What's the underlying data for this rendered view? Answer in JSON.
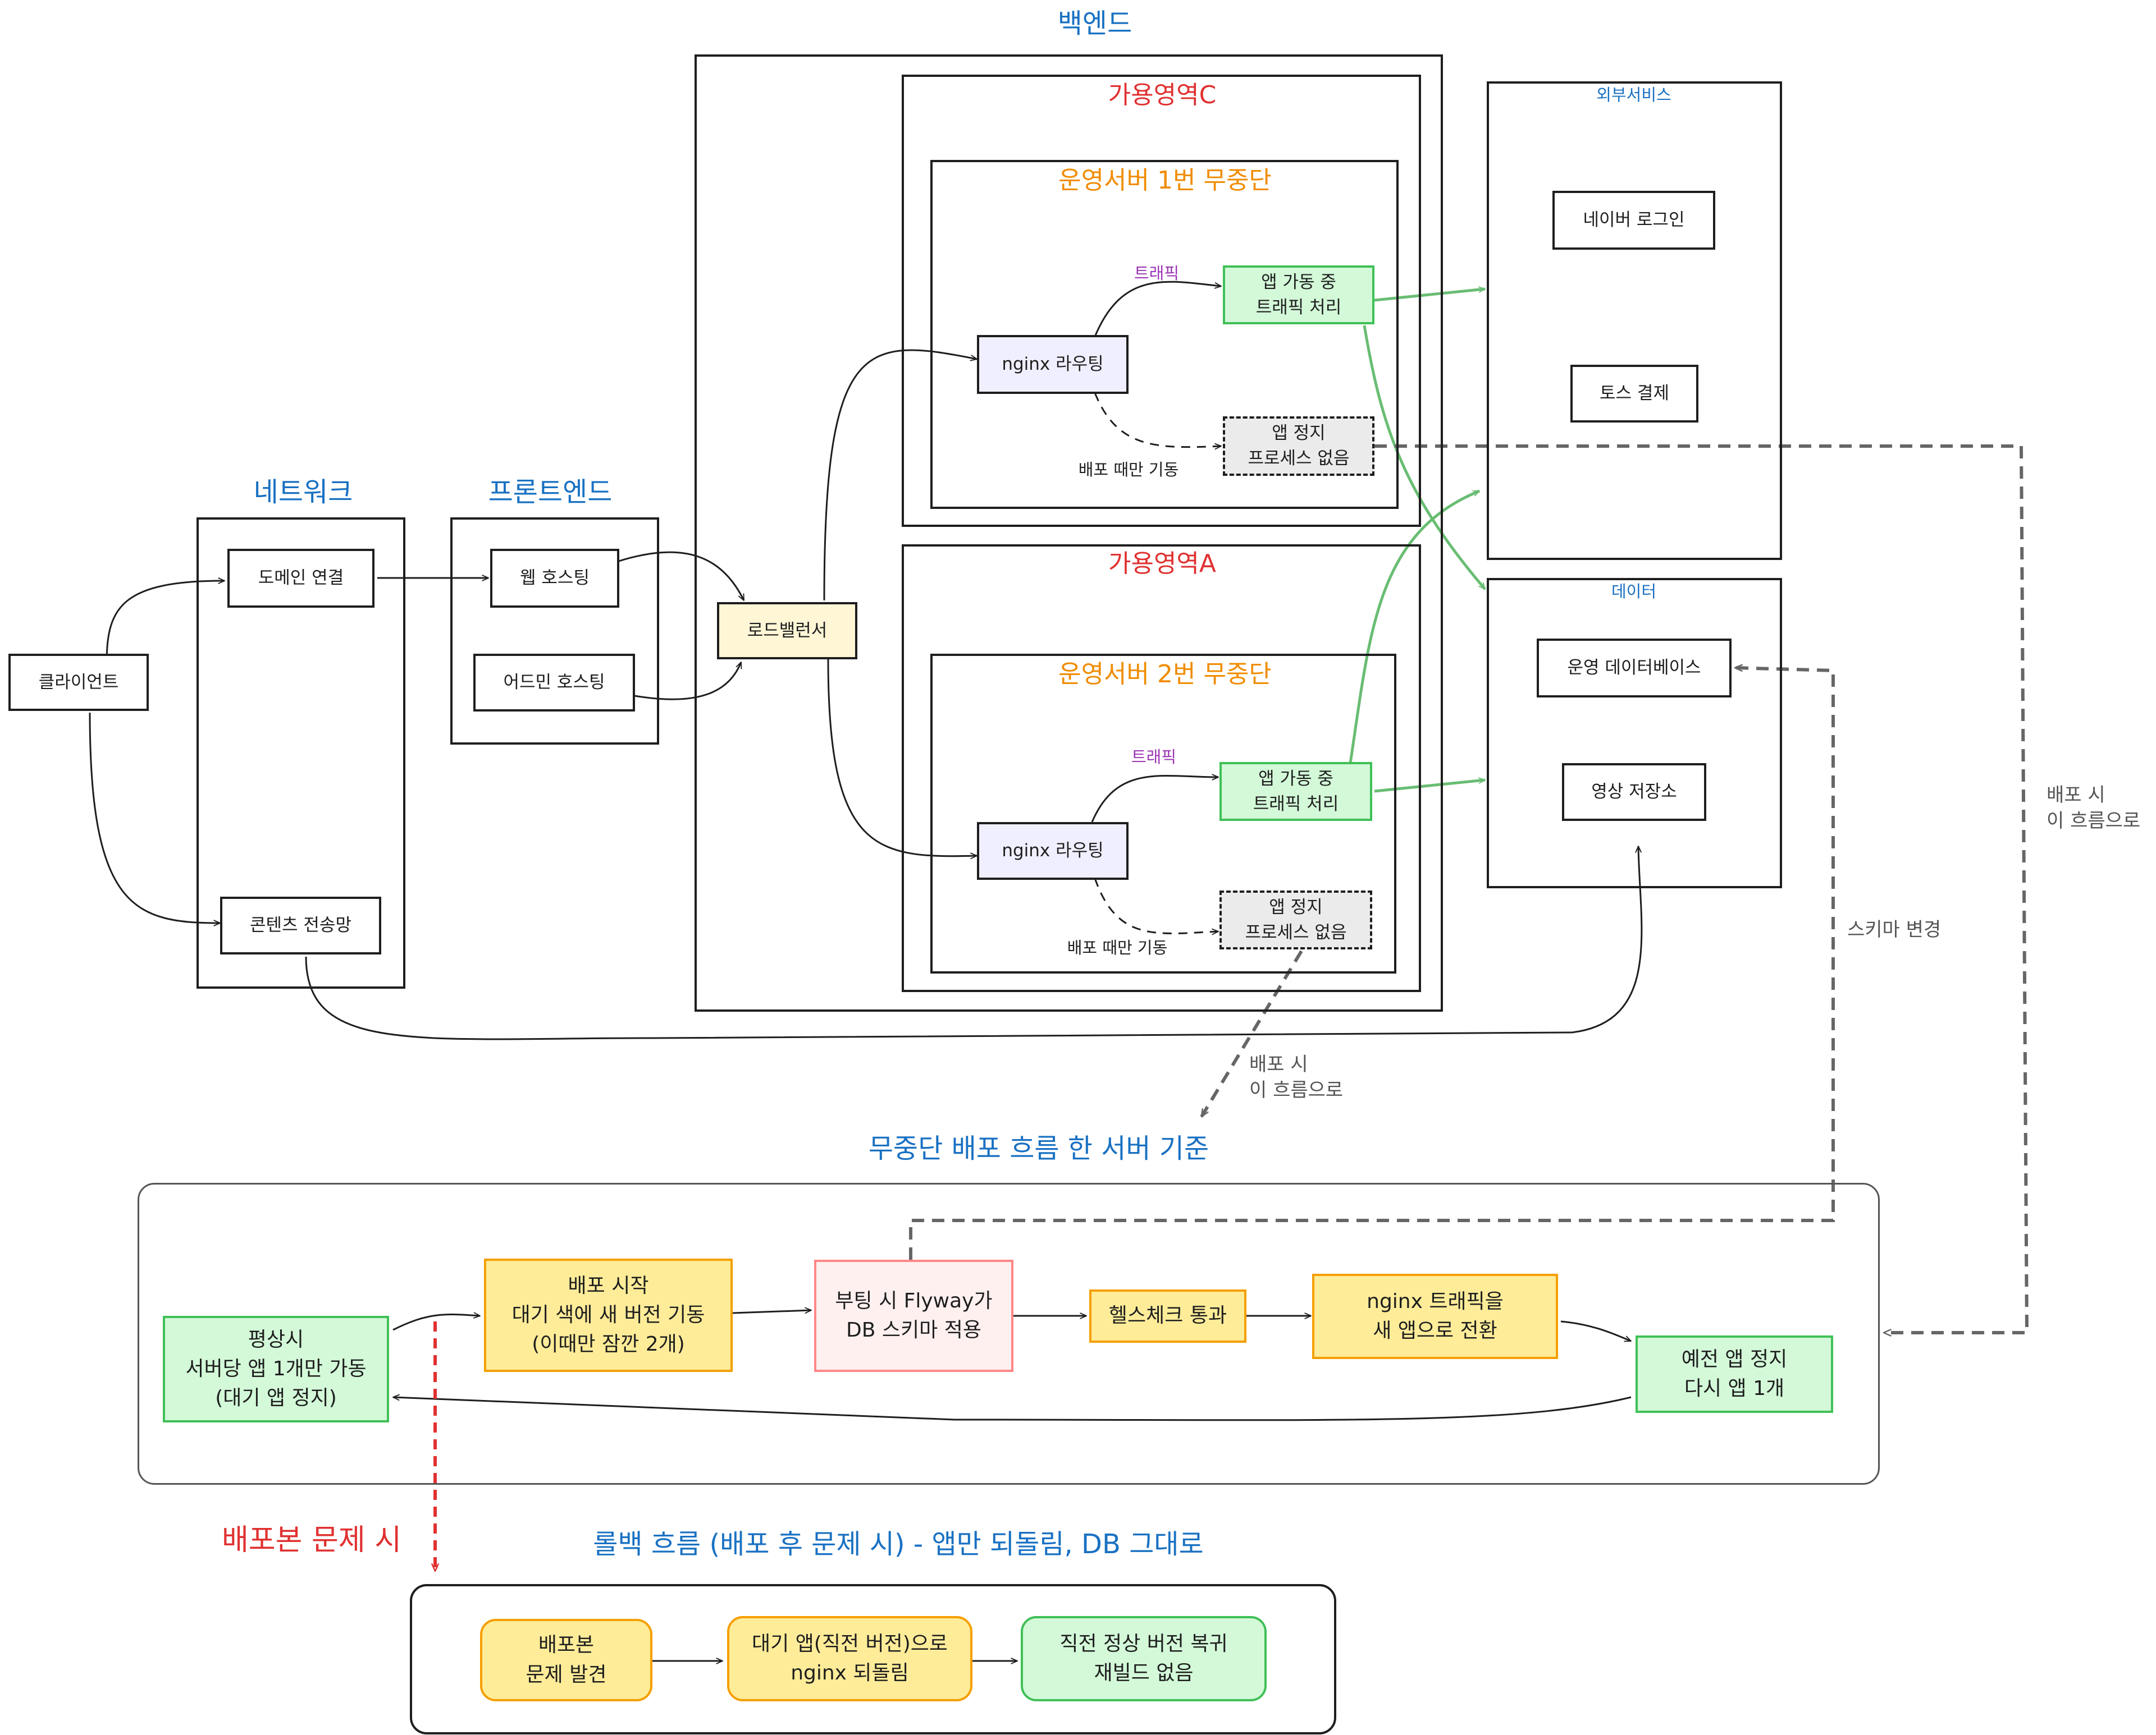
{
  "titles": {
    "backend": "백엔드",
    "network": "네트워크",
    "frontend": "프론트엔드",
    "zone_c": "가용영역C",
    "zone_a": "가용영역A",
    "server1": "운영서버 1번 무중단",
    "server2": "운영서버 2번 무중단",
    "external": "외부서비스",
    "data": "데이터",
    "zero_downtime": "무중단 배포 흐름 한 서버 기준",
    "rollback": "롤백 흐름 (배포 후 문제 시) - 앱만 되돌림, DB 그대로",
    "deploy_issue": "배포본 문제 시"
  },
  "nodes": {
    "client": "클라이언트",
    "domain": "도메인 연결",
    "cdn": "콘텐츠 전송망",
    "web_hosting": "웹 호스팅",
    "admin_hosting": "어드민 호스팅",
    "load_balancer": "로드밸런서",
    "nginx1": "nginx 라우팅",
    "app_running1": "앱 가동 중\n트래픽 처리",
    "app_stopped1": "앱 정지\n프로세스 없음",
    "nginx2": "nginx 라우팅",
    "app_running2": "앱 가동 중\n트래픽 처리",
    "app_stopped2": "앱 정지\n프로세스 없음",
    "naver_login": "네이버 로그인",
    "toss_payment": "토스 결제",
    "prod_db": "운영 데이터베이스",
    "video_storage": "영상 저장소"
  },
  "edge_labels": {
    "traffic1": "트래픽",
    "traffic2": "트래픽",
    "deploy_only1": "배포 때만 기동",
    "deploy_only2": "배포 때만 기동",
    "deploy_flow_right": "배포 시\n이 흐름으로",
    "deploy_flow_mid": "배포 시\n이 흐름으로",
    "schema_change": "스키마 변경"
  },
  "flow": {
    "normal": "평상시\n서버당 앱 1개만 가동\n(대기 앱 정지)",
    "start": "배포 시작\n대기 색에 새 버전 기동\n(이때만 잠깐 2개)",
    "flyway": "부팅 시 Flyway가\nDB 스키마 적용",
    "health": "헬스체크 통과",
    "switch": "nginx 트래픽을\n새 앱으로 전환",
    "old_stop": "예전 앱 정지\n다시 앱 1개"
  },
  "rollback_flow": {
    "found": "배포본\n문제 발견",
    "revert": "대기 앱(직전 버전)으로\nnginx 되돌림",
    "restore": "직전 정상 버전 복귀\n재빌드 없음"
  },
  "colors": {
    "blue_title": "#1971c2",
    "red_title": "#e03131",
    "orange_title": "#f08c00",
    "green_arrow": "#69bd73",
    "gray_dashed": "#666666",
    "red_dashed": "#e03131"
  }
}
